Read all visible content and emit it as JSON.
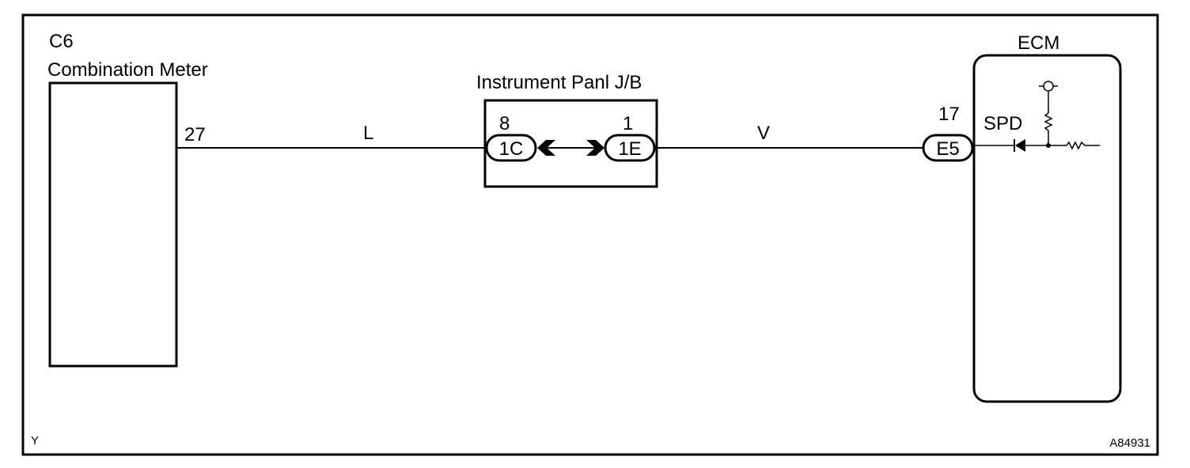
{
  "diagram": {
    "combination_meter": {
      "code": "C6",
      "name": "Combination Meter",
      "pin": "27"
    },
    "wire_left": {
      "color_code": "L"
    },
    "junction_block": {
      "name": "Instrument Panl J/B",
      "left_pin": "8",
      "left_connector": "1C",
      "right_pin": "1",
      "right_connector": "1E"
    },
    "wire_right": {
      "color_code": "V"
    },
    "ecm": {
      "name": "ECM",
      "pin": "17",
      "connector": "E5",
      "signal": "SPD"
    },
    "footer": {
      "left_mark": "Y",
      "figure_id": "A84931"
    }
  }
}
